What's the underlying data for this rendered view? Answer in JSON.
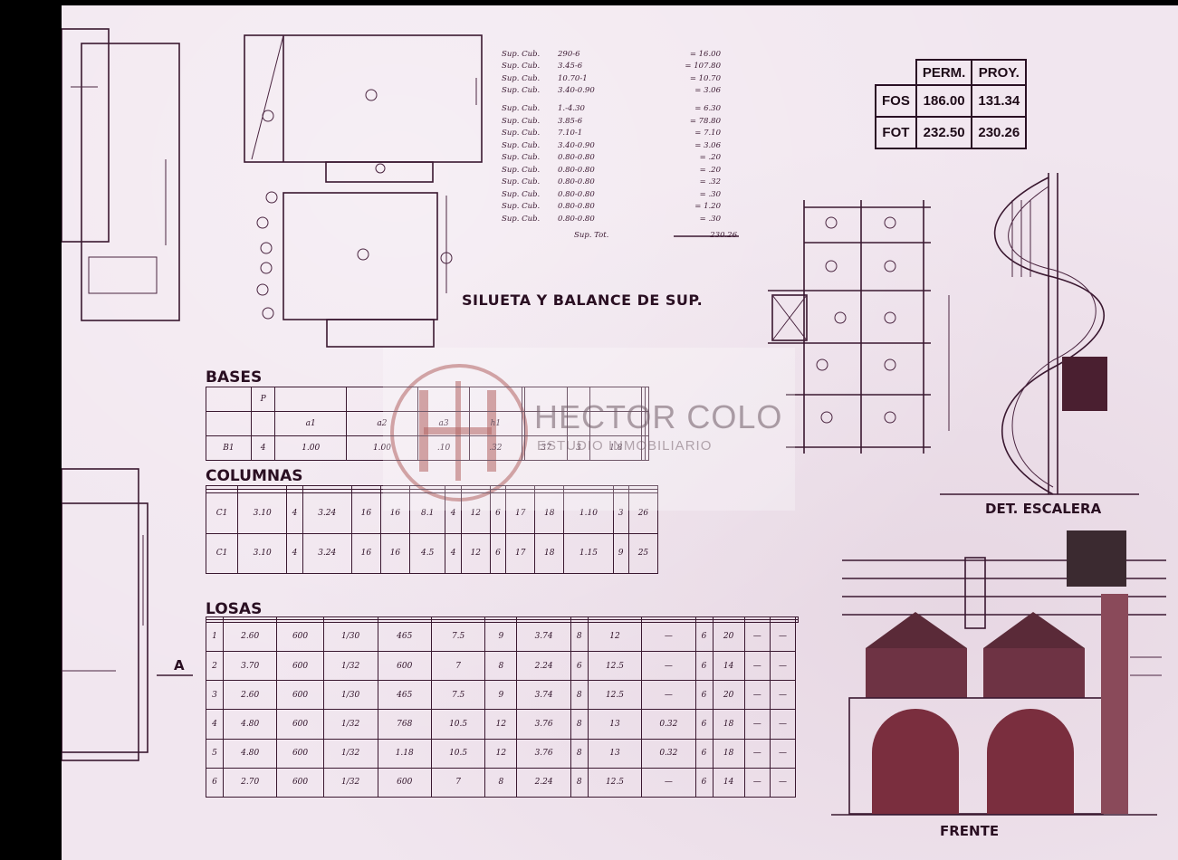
{
  "labels": {
    "silhouette": "SILUETA Y BALANCE DE SUP.",
    "bases": "BASES",
    "columnas": "COLUMNAS",
    "losas": "LOSAS",
    "det_escalera": "DET. ESCALERA",
    "frente": "FRENTE",
    "section_mark": "A"
  },
  "fos_fot": {
    "headers": [
      "",
      "PERM.",
      "PROY."
    ],
    "rows": [
      [
        "FOS",
        "186.00",
        "131.34"
      ],
      [
        "FOT",
        "232.50",
        "230.26"
      ]
    ]
  },
  "surface_balance": {
    "lines": [
      [
        "Sup. Cub.",
        "290-6",
        "16.00"
      ],
      [
        "Sup. Cub.",
        "3.45-6",
        "107.80"
      ],
      [
        "Sup. Cub.",
        "10.70-1",
        "10.70"
      ],
      [
        "Sup. Cub.",
        "3.40-0.90",
        "3.06"
      ],
      [
        "Sup. Cub.",
        "1.-4.30",
        "6.30"
      ],
      [
        "Sup. Cub.",
        "3.85-6",
        "78.80"
      ],
      [
        "Sup. Cub.",
        "7.10-1",
        "7.10"
      ],
      [
        "Sup. Cub.",
        "3.40-0.90",
        "3.06"
      ],
      [
        "Sup. Cub.",
        "0.80-0.80",
        ".20"
      ],
      [
        "Sup. Cub.",
        "0.80-0.80",
        ".20"
      ],
      [
        "Sup. Cub.",
        "0.80-0.80",
        ".32"
      ],
      [
        "Sup. Cub.",
        "0.80-0.80",
        ".30"
      ],
      [
        "Sup. Cub.",
        "0.80-0.80",
        "1.20"
      ],
      [
        "Sup. Cub.",
        "0.80-0.80",
        ".30"
      ]
    ],
    "total_label": "Sup. Tot.",
    "total_value": "230.26"
  },
  "bases_table": {
    "rows": [
      [
        "",
        "P",
        "",
        "",
        "",
        "",
        "",
        "",
        "",
        "",
        "",
        ""
      ],
      [
        "",
        "",
        "a1",
        "a2",
        "a3",
        "h1",
        "",
        "",
        "",
        "",
        "",
        ""
      ],
      [
        "B1",
        "4",
        "1.00",
        "1.00",
        ".10",
        ".32",
        "",
        "37",
        "3",
        "1.8",
        "",
        ""
      ]
    ]
  },
  "columnas_table": {
    "rows": [
      [
        "",
        "",
        "",
        "",
        "",
        "",
        "",
        "",
        "",
        "",
        "",
        "",
        "",
        "",
        ""
      ],
      [
        "",
        "",
        "",
        "",
        "",
        "",
        "",
        "",
        "",
        "",
        "",
        "",
        "",
        "",
        ""
      ],
      [
        "C1",
        "3.10",
        "4",
        "3.24",
        "16",
        "16",
        "8.1",
        "4",
        "12",
        "6",
        "17",
        "18",
        "1.10",
        "3",
        "26"
      ],
      [
        "C1",
        "3.10",
        "4",
        "3.24",
        "16",
        "16",
        "4.5",
        "4",
        "12",
        "6",
        "17",
        "18",
        "1.15",
        "9",
        "25"
      ]
    ]
  },
  "losas_table": {
    "rows": [
      [
        "",
        "",
        "",
        "",
        "",
        "",
        "",
        "",
        "",
        "",
        "",
        "",
        "",
        "",
        "",
        ""
      ],
      [
        "",
        "",
        "",
        "",
        "",
        "",
        "",
        "",
        "",
        "",
        "",
        "",
        "",
        "",
        "",
        ""
      ],
      [
        "1",
        "2.60",
        "600",
        "1/30",
        "465",
        "7.5",
        "9",
        "3.74",
        "8",
        "12",
        "—",
        "6",
        "20",
        "—",
        "—"
      ],
      [
        "2",
        "3.70",
        "600",
        "1/32",
        "600",
        "7",
        "8",
        "2.24",
        "6",
        "12.5",
        "—",
        "6",
        "14",
        "—",
        "—"
      ],
      [
        "3",
        "2.60",
        "600",
        "1/30",
        "465",
        "7.5",
        "9",
        "3.74",
        "8",
        "12.5",
        "—",
        "6",
        "20",
        "—",
        "—"
      ],
      [
        "4",
        "4.80",
        "600",
        "1/32",
        "768",
        "10.5",
        "12",
        "3.76",
        "8",
        "13",
        "0.32",
        "6",
        "18",
        "—",
        "—"
      ],
      [
        "5",
        "4.80",
        "600",
        "1/32",
        "1.18",
        "10.5",
        "12",
        "3.76",
        "8",
        "13",
        "0.32",
        "6",
        "18",
        "—",
        "—"
      ],
      [
        "6",
        "2.70",
        "600",
        "1/32",
        "600",
        "7",
        "8",
        "2.24",
        "8",
        "12.5",
        "—",
        "6",
        "14",
        "—",
        "—"
      ]
    ]
  },
  "watermark": {
    "name": "HECTOR COLO",
    "subtitle": "ESTUDIO INMOBILIARIO"
  }
}
